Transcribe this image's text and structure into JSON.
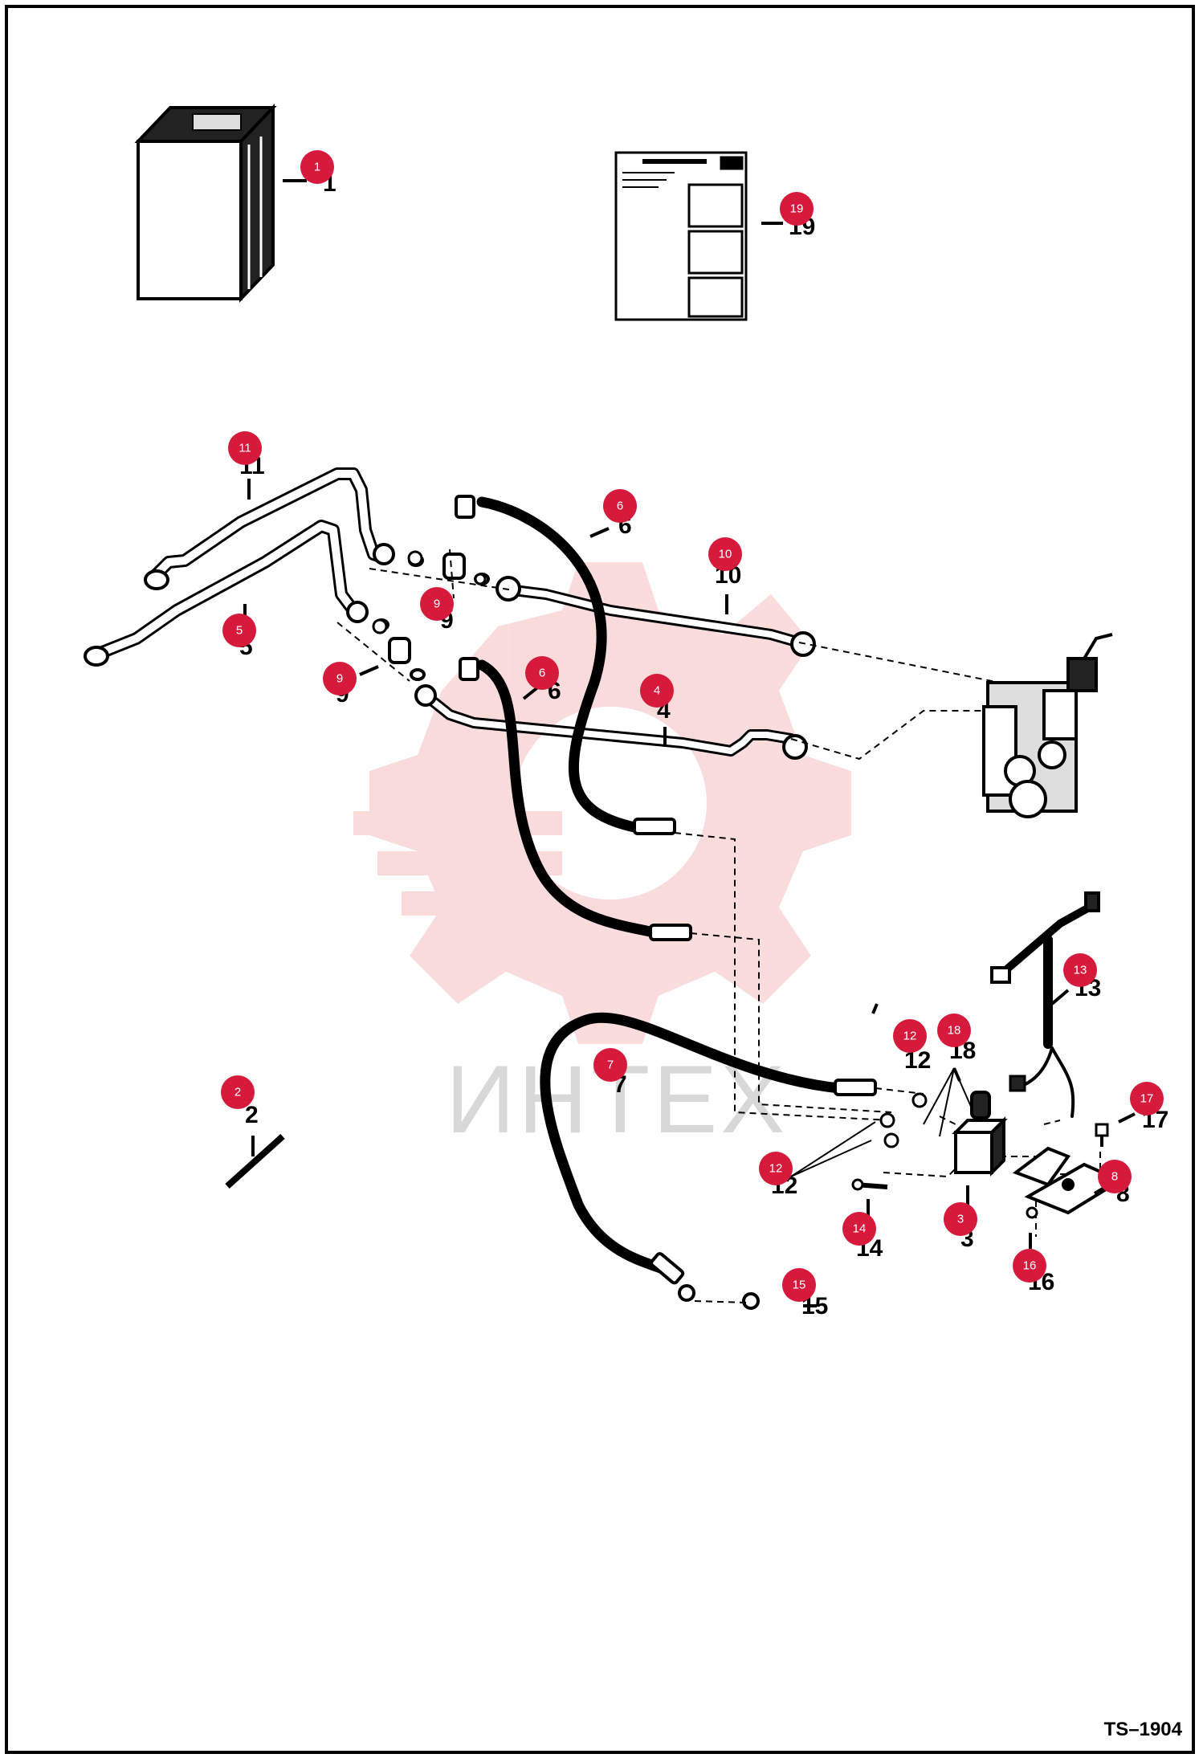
{
  "drawing_ref": "TS–1904",
  "watermark": "ИНТЕХ",
  "accent_color": "#d61a3c",
  "callouts": [
    {
      "num": "1"
    },
    {
      "num": "2"
    },
    {
      "num": "3"
    },
    {
      "num": "4"
    },
    {
      "num": "5"
    },
    {
      "num": "6"
    },
    {
      "num": "6"
    },
    {
      "num": "7"
    },
    {
      "num": "8"
    },
    {
      "num": "9"
    },
    {
      "num": "9"
    },
    {
      "num": "10"
    },
    {
      "num": "11"
    },
    {
      "num": "12"
    },
    {
      "num": "12"
    },
    {
      "num": "13"
    },
    {
      "num": "14"
    },
    {
      "num": "15"
    },
    {
      "num": "16"
    },
    {
      "num": "17"
    },
    {
      "num": "18"
    },
    {
      "num": "19"
    }
  ]
}
